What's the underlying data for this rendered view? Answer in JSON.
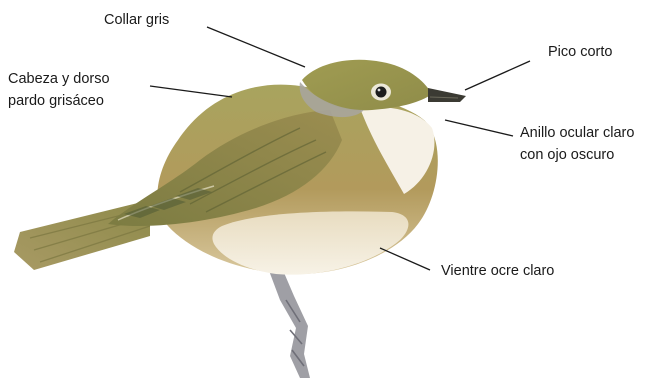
{
  "diagram": {
    "labels": {
      "collar": {
        "text": "Collar gris"
      },
      "head_back": {
        "lines": [
          "Cabeza y dorso",
          "pardo grisáceo"
        ]
      },
      "bill": {
        "text": "Pico corto"
      },
      "eye_ring": {
        "lines": [
          "Anillo ocular claro",
          "con ojo oscuro"
        ]
      },
      "belly": {
        "text": "Vientre ocre claro"
      }
    },
    "colors": {
      "plumage_back": "#9a9a52",
      "plumage_head": "#a7a45c",
      "throat": "#f4efe3",
      "belly": "#efe6d2",
      "leg": "#8f8f94",
      "leader_line": "#1a1a1a"
    }
  }
}
